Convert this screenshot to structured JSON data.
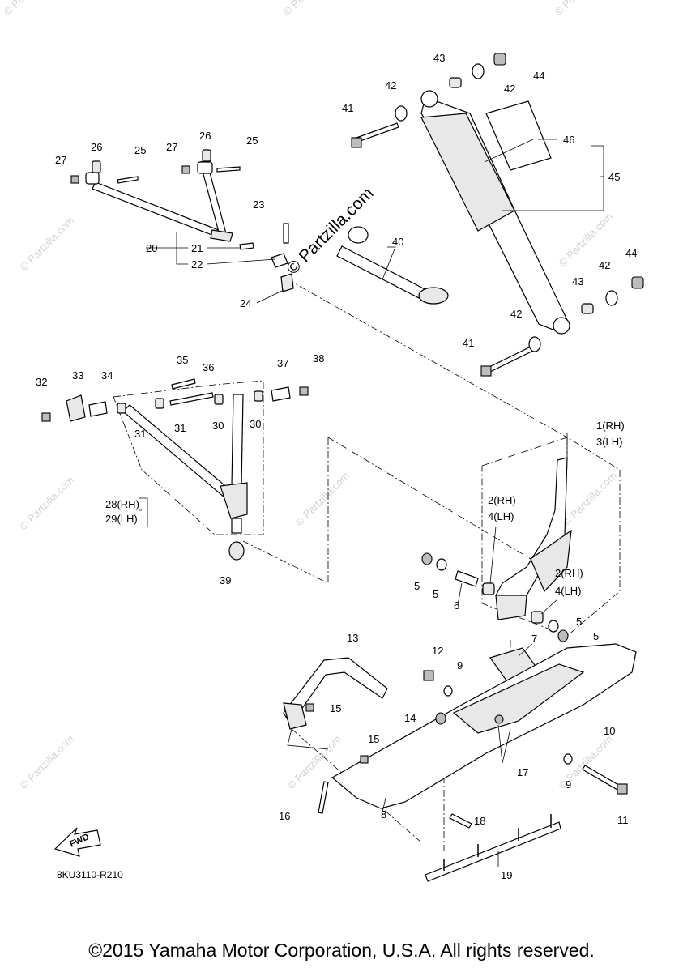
{
  "watermark": {
    "text": "© Partzilla.com",
    "center_text": "© Partzilla.com"
  },
  "drawing_code": "8KU3110-R210",
  "fwd_label": "FWD",
  "copyright": "©2015 Yamaha Motor Corporation, U.S.A. All rights reserved.",
  "callouts": {
    "c1": "1(RH)",
    "c3": "3(LH)",
    "c2a": "2(RH)",
    "c4a": "4(LH)",
    "c2b": "2(RH)",
    "c4b": "4(LH)",
    "c5a": "5",
    "c5b": "5",
    "c5c": "5",
    "c5d": "5",
    "c6": "6",
    "c7": "7",
    "c8": "8",
    "c9a": "9",
    "c9b": "9",
    "c10": "10",
    "c11": "11",
    "c12": "12",
    "c13": "13",
    "c14": "14",
    "c15a": "15",
    "c15b": "15",
    "c16": "16",
    "c17": "17",
    "c18": "18",
    "c19": "19",
    "c20": "20",
    "c21": "21",
    "c22": "22",
    "c23": "23",
    "c24": "24",
    "c25a": "25",
    "c25b": "25",
    "c26a": "26",
    "c26b": "26",
    "c27a": "27",
    "c27b": "27",
    "c28": "28(RH)",
    "c29": "29(LH)",
    "c30a": "30",
    "c30b": "30",
    "c31a": "31",
    "c31b": "31",
    "c32": "32",
    "c33": "33",
    "c34": "34",
    "c35": "35",
    "c36": "36",
    "c37": "37",
    "c38": "38",
    "c39": "39",
    "c40": "40",
    "c41a": "41",
    "c41b": "41",
    "c42a": "42",
    "c42b": "42",
    "c42c": "42",
    "c42d": "42",
    "c43a": "43",
    "c43b": "43",
    "c44a": "44",
    "c44b": "44",
    "c45": "45",
    "c46": "46"
  }
}
